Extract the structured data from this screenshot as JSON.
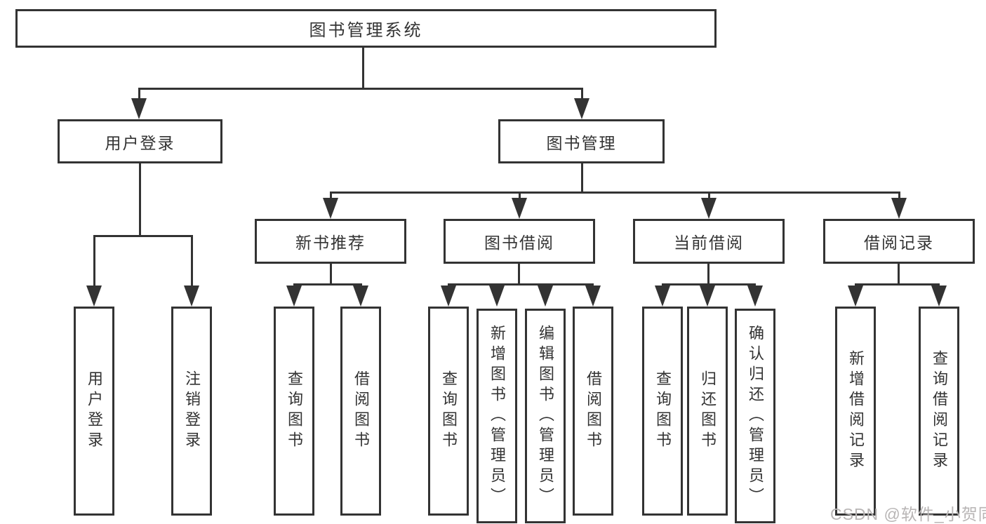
{
  "title": "图书管理系统",
  "nodes": {
    "root": "图书管理系统",
    "user_login": "用户登录",
    "book_management": "图书管理",
    "new_book_recommend": "新书推荐",
    "book_borrowing": "图书借阅",
    "current_borrowing": "当前借阅",
    "borrowing_records": "借阅记录",
    "leaf_user_login": "用户登录",
    "leaf_logout": "注销登录",
    "leaf_nb_query_books": "查询图书",
    "leaf_nb_borrow_books": "借阅图书",
    "leaf_bb_query_books": "查询图书",
    "leaf_bb_add_books_admin": "新增图书（管理员）",
    "leaf_bb_edit_books_admin": "编辑图书（管理员）",
    "leaf_bb_borrow_books": "借阅图书",
    "leaf_cb_query_books": "查询图书",
    "leaf_cb_return_books": "归还图书",
    "leaf_cb_confirm_return_admin": "确认归还（管理员）",
    "leaf_br_add_record": "新增借阅记录",
    "leaf_br_query_record": "查询借阅记录"
  },
  "watermark": "CSDN @软件_小贺同学",
  "colors": {
    "line": "#333333",
    "text": "#333333",
    "watermark": "#b8b5b5",
    "background": "#ffffff"
  }
}
